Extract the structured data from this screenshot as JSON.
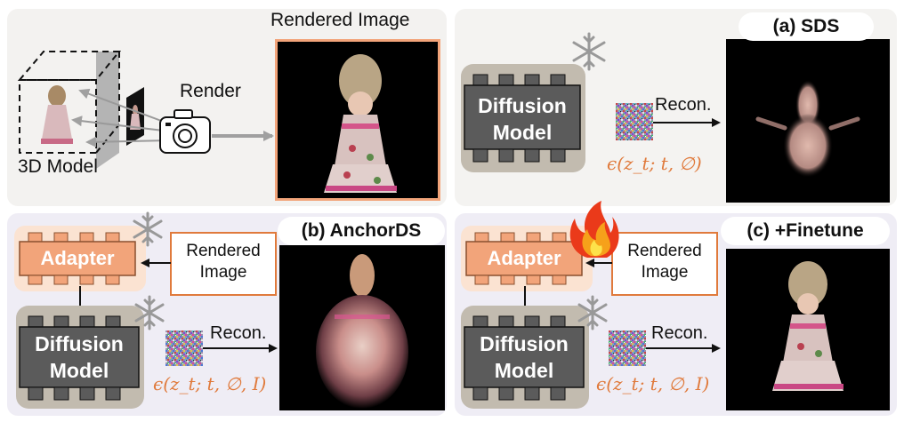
{
  "top_left": {
    "model_label": "3D Model",
    "render_label": "Render",
    "rendered_image_label": "Rendered Image"
  },
  "panel_a": {
    "title": "(a) SDS",
    "diffusion_line1": "Diffusion",
    "diffusion_line2": "Model",
    "recon_label": "Recon.",
    "noise_formula": "ϵ(z_t; t, ∅)"
  },
  "panel_b": {
    "title": "(b) AnchorDS",
    "adapter_label": "Adapter",
    "rendered_line1": "Rendered",
    "rendered_line2": "Image",
    "diffusion_line1": "Diffusion",
    "diffusion_line2": "Model",
    "recon_label": "Recon.",
    "noise_formula": "ϵ(z_t; t, ∅, I)"
  },
  "panel_c": {
    "title": "(c) +Finetune",
    "adapter_label": "Adapter",
    "rendered_line1": "Rendered",
    "rendered_line2": "Image",
    "diffusion_line1": "Diffusion",
    "diffusion_line2": "Model",
    "recon_label": "Recon.",
    "noise_formula": "ϵ(z_t; t, ∅, I)"
  },
  "colors": {
    "panel_top_left": "#f3f2f0",
    "panel_top_right": "#f4f3f1",
    "panel_bottom": "#efedf5",
    "diffusion_box": "#5b5b5b",
    "diffusion_bg": "#c2bbaf",
    "adapter_box": "#f2a47a",
    "adapter_bg": "#fbe3d2",
    "accent_orange": "#e07a3c"
  }
}
